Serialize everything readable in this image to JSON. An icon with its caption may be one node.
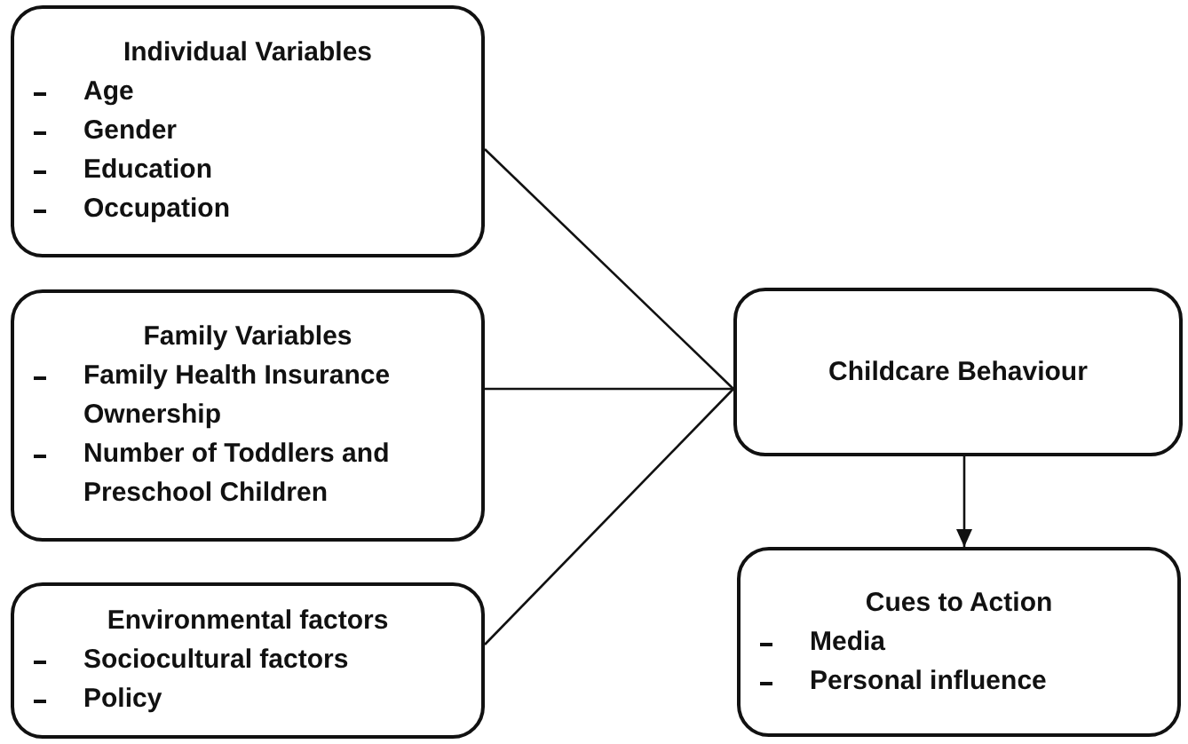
{
  "diagram": {
    "nodes": [
      {
        "text": [
          "Individual Variables",
          "Age",
          "Gender",
          "Education",
          "Occupation"
        ]
      },
      {
        "text": [
          "Family Variables",
          "Family Health Insurance Ownership",
          "Number of Toddlers and Preschool Children"
        ]
      },
      {
        "text": [
          "Environmental factors",
          "Sociocultural factors",
          "Policy"
        ]
      },
      {
        "text": [
          "Childcare Behaviour"
        ]
      },
      {
        "text": [
          "Cues to Action",
          "Media",
          "Personal influence"
        ]
      }
    ],
    "edges": [
      {
        "from": 0,
        "to": 3,
        "arrow": "none"
      },
      {
        "from": 1,
        "to": 3,
        "arrow": "none"
      },
      {
        "from": 2,
        "to": 3,
        "arrow": "none"
      },
      {
        "from": 3,
        "to": 4,
        "arrow": "to"
      }
    ]
  }
}
